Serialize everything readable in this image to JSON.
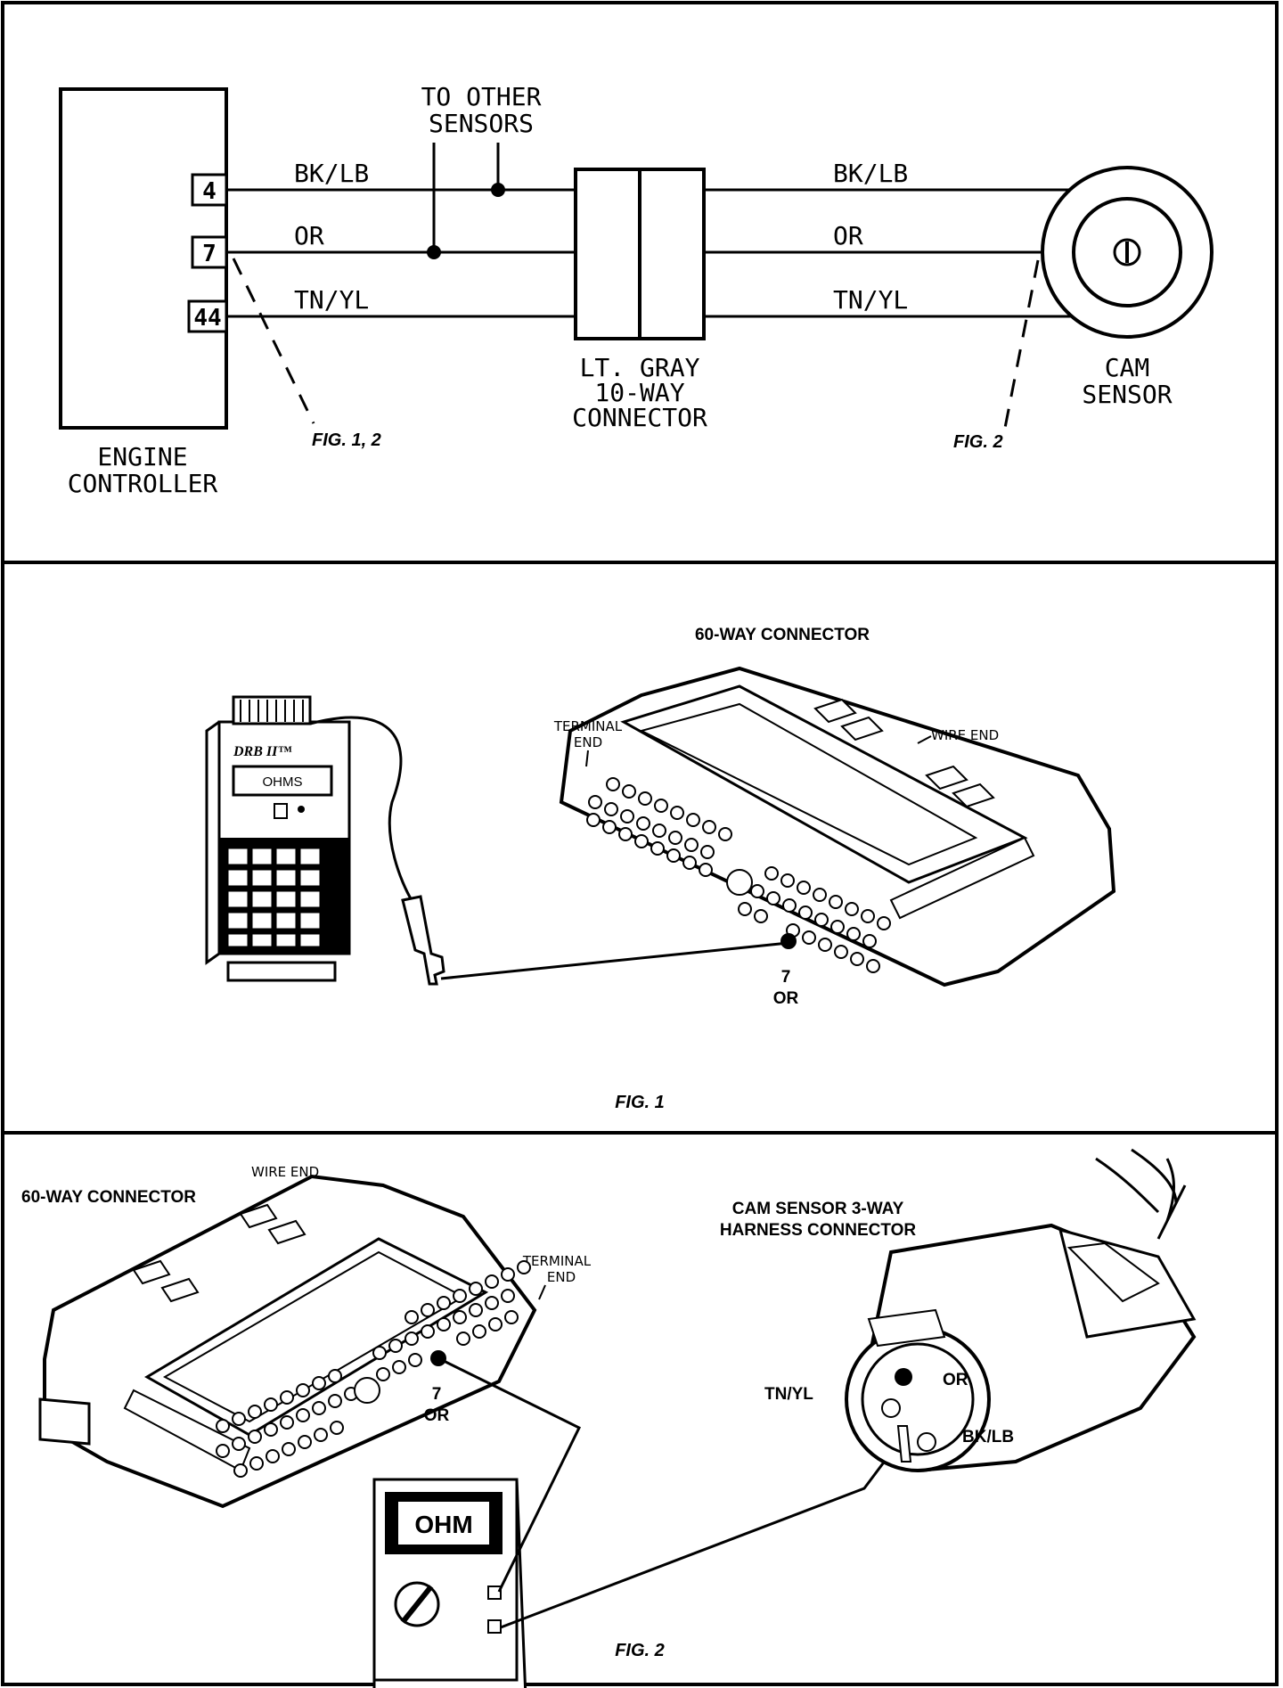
{
  "schematic": {
    "engine_controller": [
      "ENGINE",
      "CONTROLLER"
    ],
    "pins": [
      "4",
      "7",
      "44"
    ],
    "wire_left": [
      "BK/LB",
      "OR",
      "TN/YL"
    ],
    "wire_right": [
      "BK/LB",
      "OR",
      "TN/YL"
    ],
    "to_other_sensors": [
      "TO OTHER",
      "SENSORS"
    ],
    "connector": [
      "LT. GRAY",
      "10-WAY",
      "CONNECTOR"
    ],
    "cam_sensor": [
      "CAM",
      "SENSOR"
    ],
    "ref_left": "FIG. 1, 2",
    "ref_right": "FIG. 2"
  },
  "fig1": {
    "title": "60-WAY CONNECTOR",
    "terminal_end": [
      "TERMINAL",
      "END"
    ],
    "wire_end": "WIRE END",
    "tester_brand": "DRB II™",
    "tester_display": "OHMS",
    "pin_label": [
      "7",
      "OR"
    ],
    "caption": "FIG. 1"
  },
  "fig2": {
    "title": "60-WAY CONNECTOR",
    "wire_end": "WIRE END",
    "terminal_end": [
      "TERMINAL",
      "END"
    ],
    "pin_label": [
      "7",
      "OR"
    ],
    "harness_title": [
      "CAM SENSOR 3-WAY",
      "HARNESS CONNECTOR"
    ],
    "terminal_or": "OR",
    "terminal_tnyl": "TN/YL",
    "terminal_bklb": "BK/LB",
    "meter_display": "OHM",
    "caption": "FIG. 2"
  }
}
